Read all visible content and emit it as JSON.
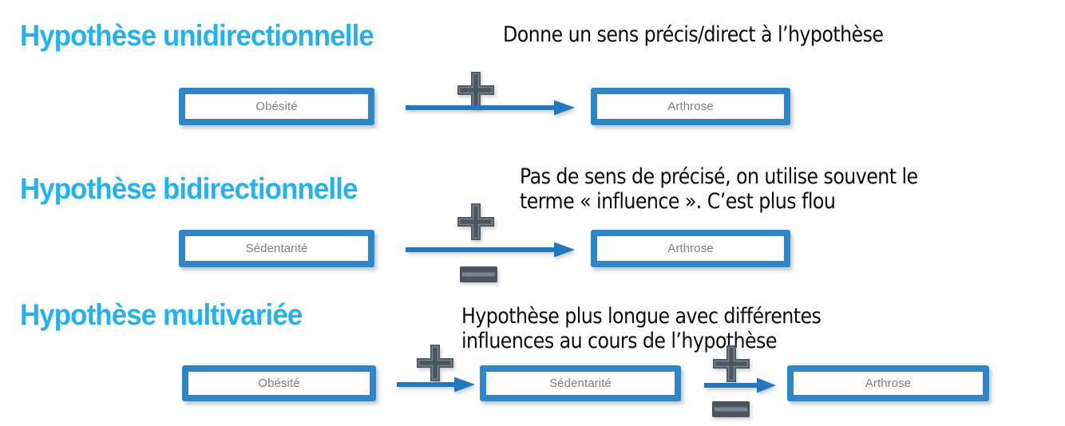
{
  "slide": {
    "background_color": "#ffffff",
    "title_color": "#21b2f0",
    "box_border_color": "#2b87c8",
    "box_fill_color": "#ffffff",
    "box_text_color": "#7f7f7f",
    "arrow_color": "#2079c0",
    "sign_color": "#4a5560"
  },
  "sections": [
    {
      "title": "Hypothèse unidirectionnelle",
      "annotation": "Donne un sens précis/direct à l’hypothèse",
      "nodes": [
        "Obésité",
        "Arthrose"
      ],
      "signs": [
        "plus"
      ]
    },
    {
      "title": "Hypothèse bidirectionnelle",
      "annotation": "Pas de sens de précisé, on utilise souvent le\nterme « influence ». C’est plus flou",
      "nodes": [
        "Sédentarité",
        "Arthrose"
      ],
      "signs": [
        "plus",
        "minus"
      ]
    },
    {
      "title": "Hypothèse multivariée",
      "annotation": "Hypothèse plus longue avec différentes\ninfluences au cours de l’hypothèse",
      "nodes": [
        "Obésité",
        "Sédentarité",
        "Arthrose"
      ],
      "signs": [
        "plus",
        "plus",
        "minus"
      ]
    }
  ]
}
